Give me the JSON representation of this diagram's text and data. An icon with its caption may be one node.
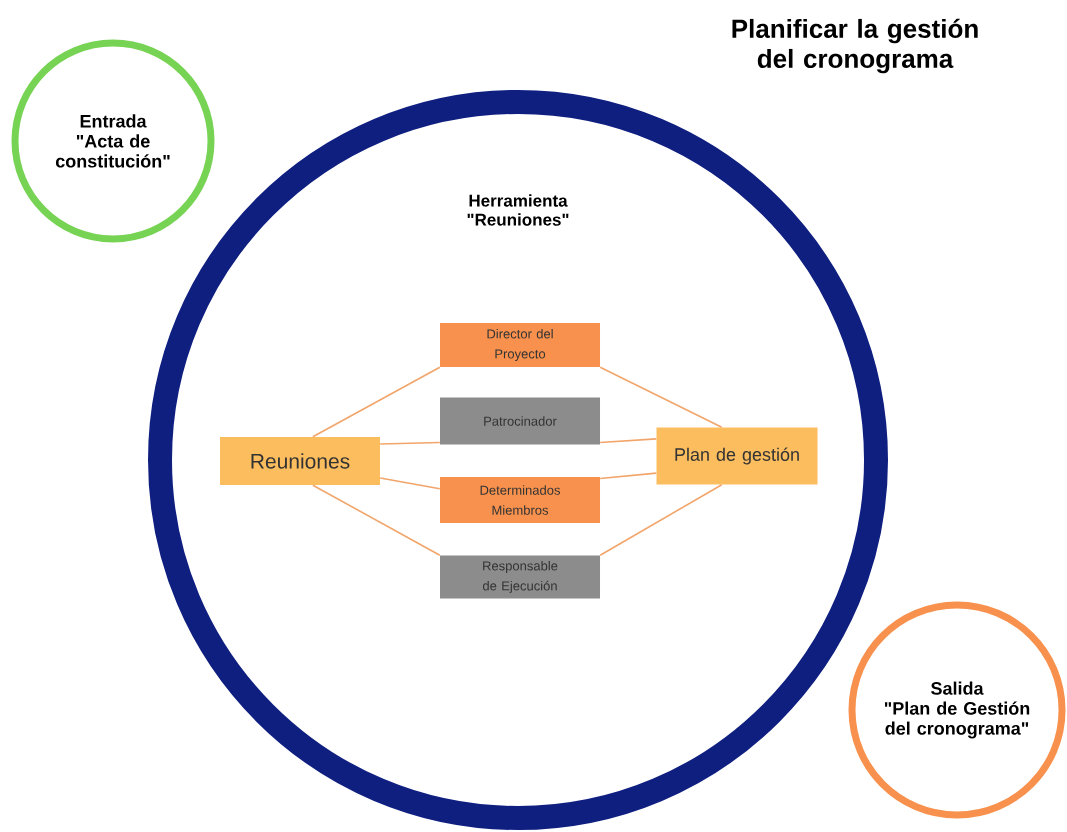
{
  "diagram": {
    "title": "Planificar la gestión del cronograma",
    "nodes": [
      {
        "text": [
          "Entrada",
          "\"Acta de constitución\""
        ]
      },
      {
        "text": [
          "Herramienta",
          "\"Reuniones\""
        ]
      },
      {
        "text": [
          "Reuniones"
        ],
        "in": 1
      },
      {
        "text": [
          "Director del Proyecto"
        ],
        "in": 1
      },
      {
        "text": [
          "Patrocinador"
        ],
        "in": 1
      },
      {
        "text": [
          "Determinados Miembros"
        ],
        "in": 1
      },
      {
        "text": [
          "Responsable de Ejecución"
        ],
        "in": 1
      },
      {
        "text": [
          "Plan de gestión"
        ],
        "in": 1
      },
      {
        "text": [
          "Salida",
          "\"Plan de Gestión del cronograma\""
        ]
      }
    ],
    "edges": [
      {
        "from": 2,
        "to": 3,
        "arrow": "none"
      },
      {
        "from": 2,
        "to": 4,
        "arrow": "none"
      },
      {
        "from": 2,
        "to": 5,
        "arrow": "none"
      },
      {
        "from": 2,
        "to": 6,
        "arrow": "none"
      },
      {
        "from": 3,
        "to": 7,
        "arrow": "none"
      },
      {
        "from": 4,
        "to": 7,
        "arrow": "none"
      },
      {
        "from": 5,
        "to": 7,
        "arrow": "none"
      },
      {
        "from": 6,
        "to": 7,
        "arrow": "none"
      }
    ]
  }
}
